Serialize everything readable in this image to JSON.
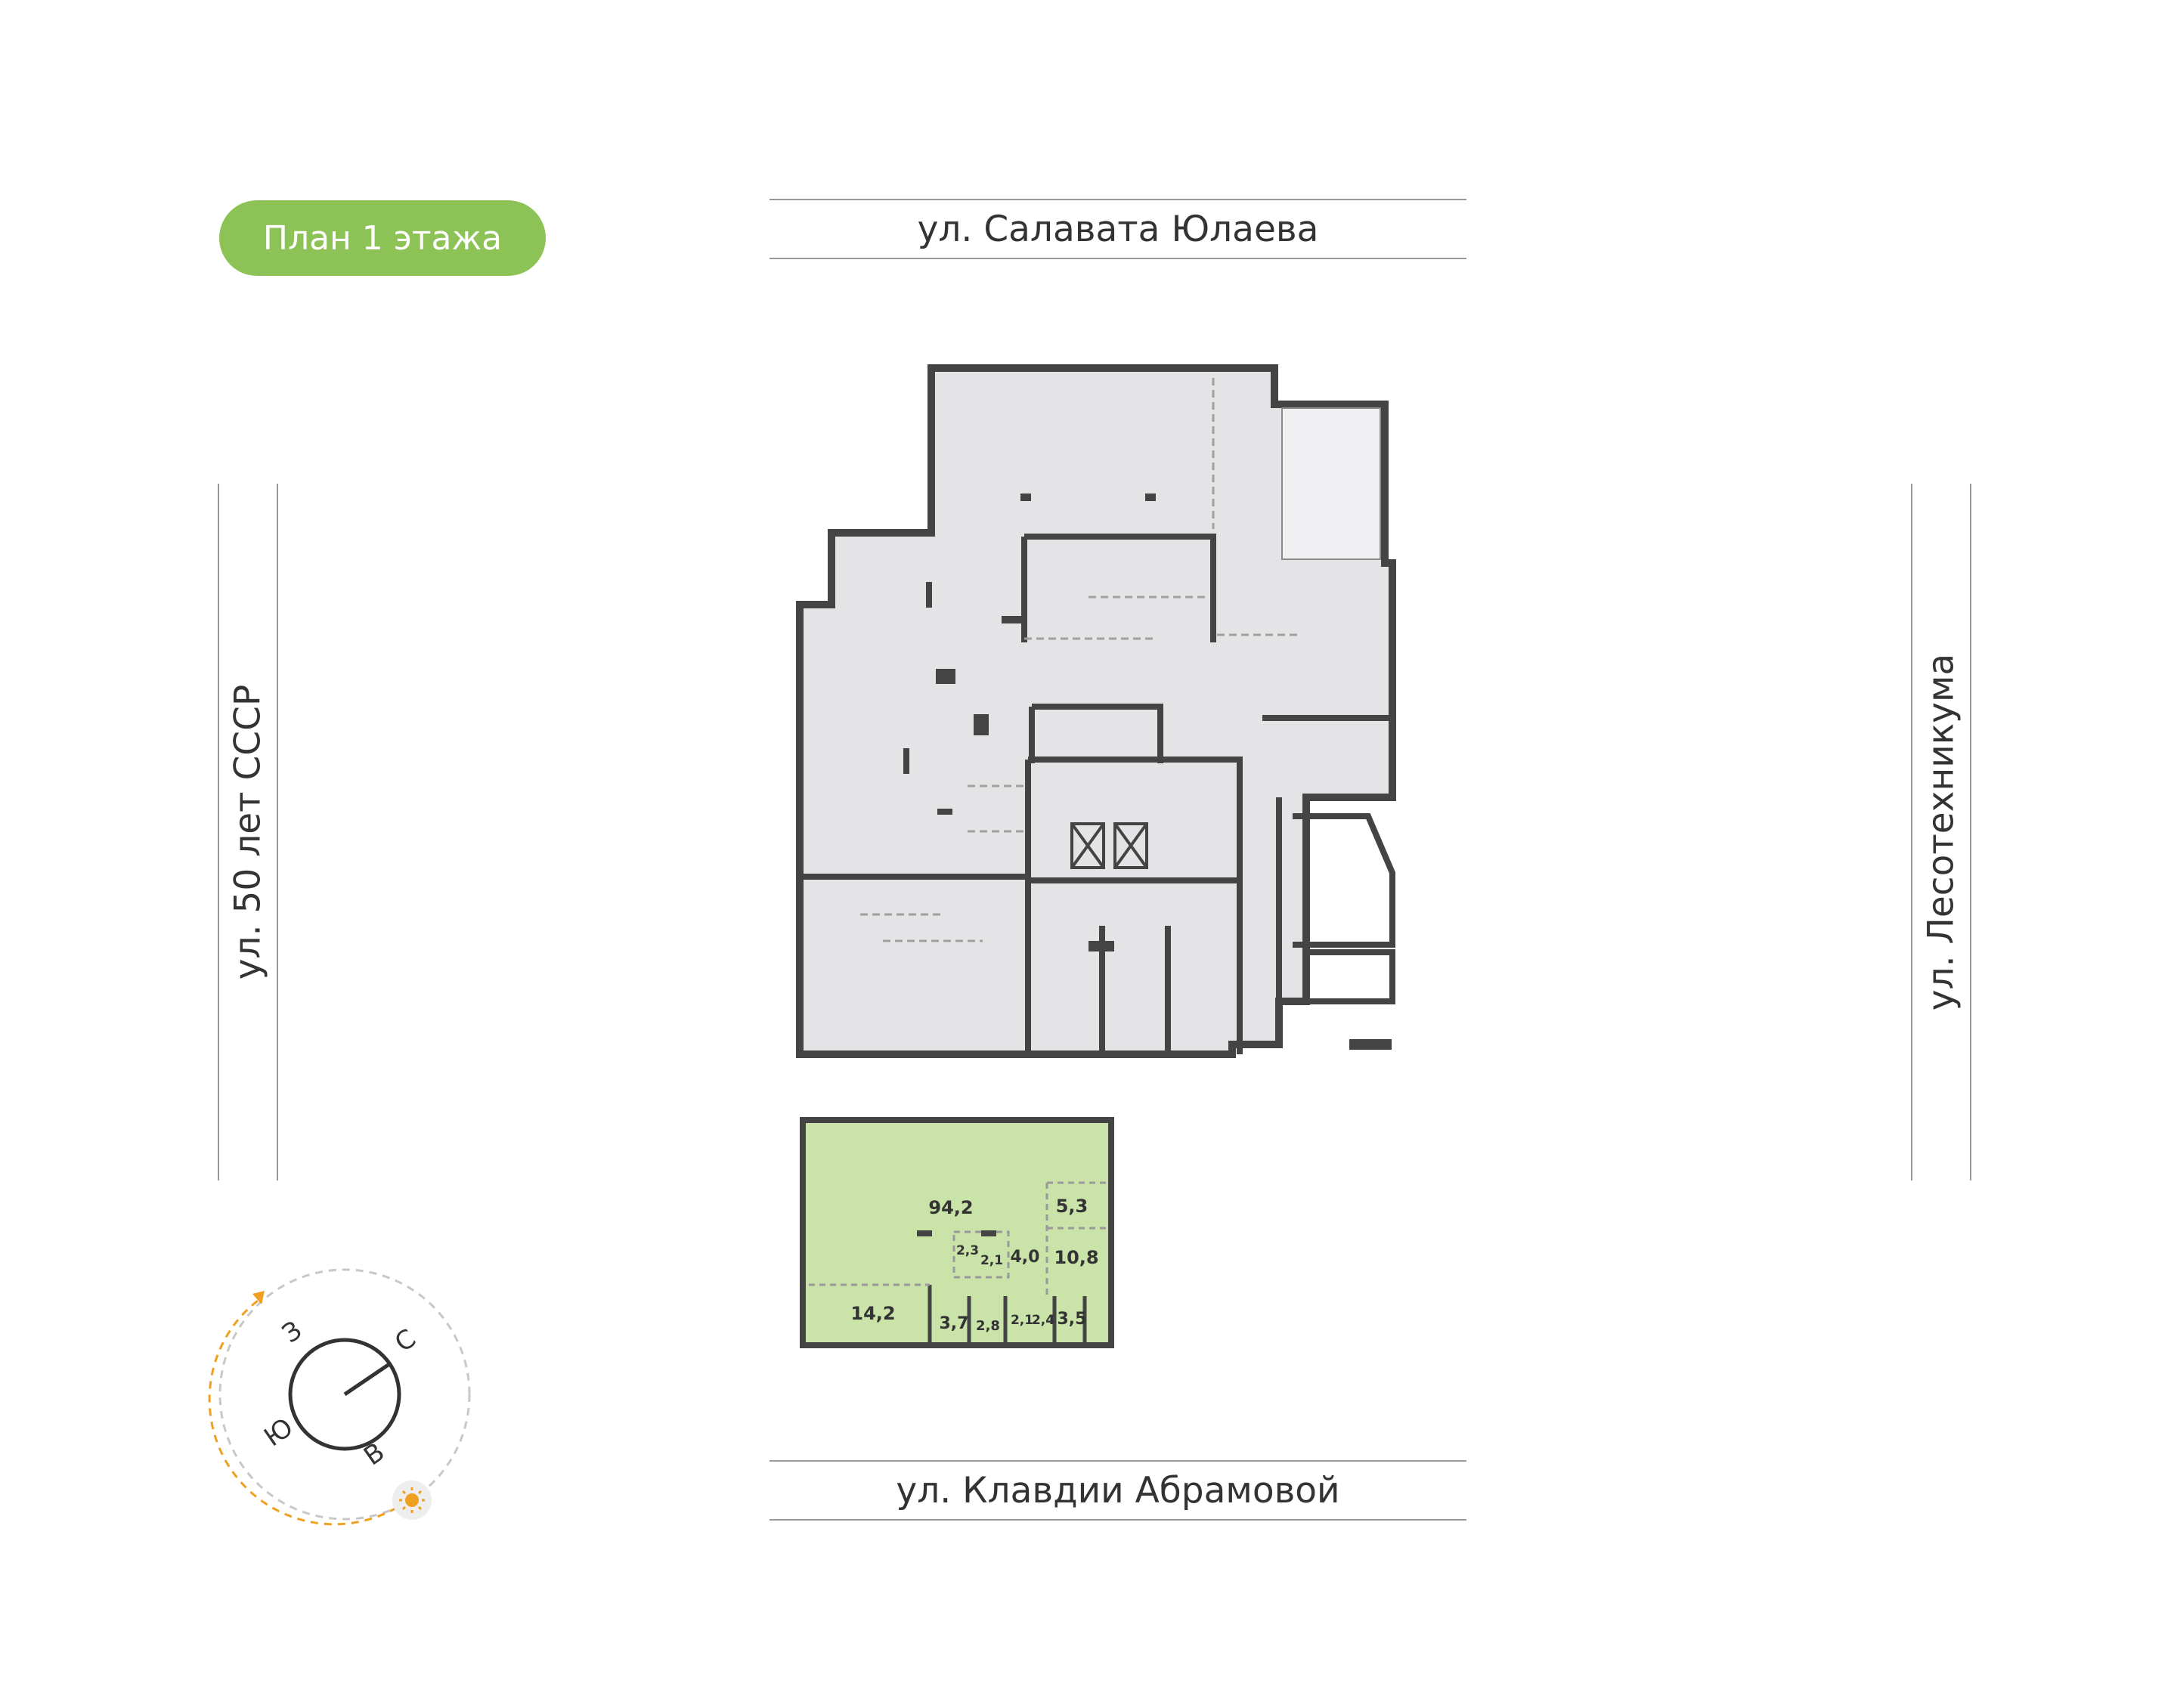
{
  "floor_label": "План 1 этажа",
  "streets": {
    "top": "ул. Салавата Юлаева",
    "bottom": "ул. Клавдии Абрамовой",
    "left": "ул. 50 лет СССР",
    "right": "ул. Лесотехникума"
  },
  "compass": {
    "north": "С",
    "east": "В",
    "south": "Ю",
    "west": "З",
    "sun_icon": "sun-icon"
  },
  "unit": {
    "highlight_color": "#c9e3a8",
    "room_areas": {
      "main_hall": "94,2",
      "room_5_3": "5,3",
      "room_2_3": "2,3",
      "room_2_1_a": "2,1",
      "room_4_0": "4,0",
      "room_10_8": "10,8",
      "room_14_2": "14,2",
      "room_3_7": "3,7",
      "room_2_8": "2,8",
      "room_2_1_b": "2,1",
      "room_2_4": "2,4",
      "room_3_5": "3,5"
    }
  },
  "colors": {
    "building_fill": "#e4e4e6",
    "wall": "#444444",
    "accent_green": "#8dc356",
    "sun_path": "#f0a020"
  }
}
